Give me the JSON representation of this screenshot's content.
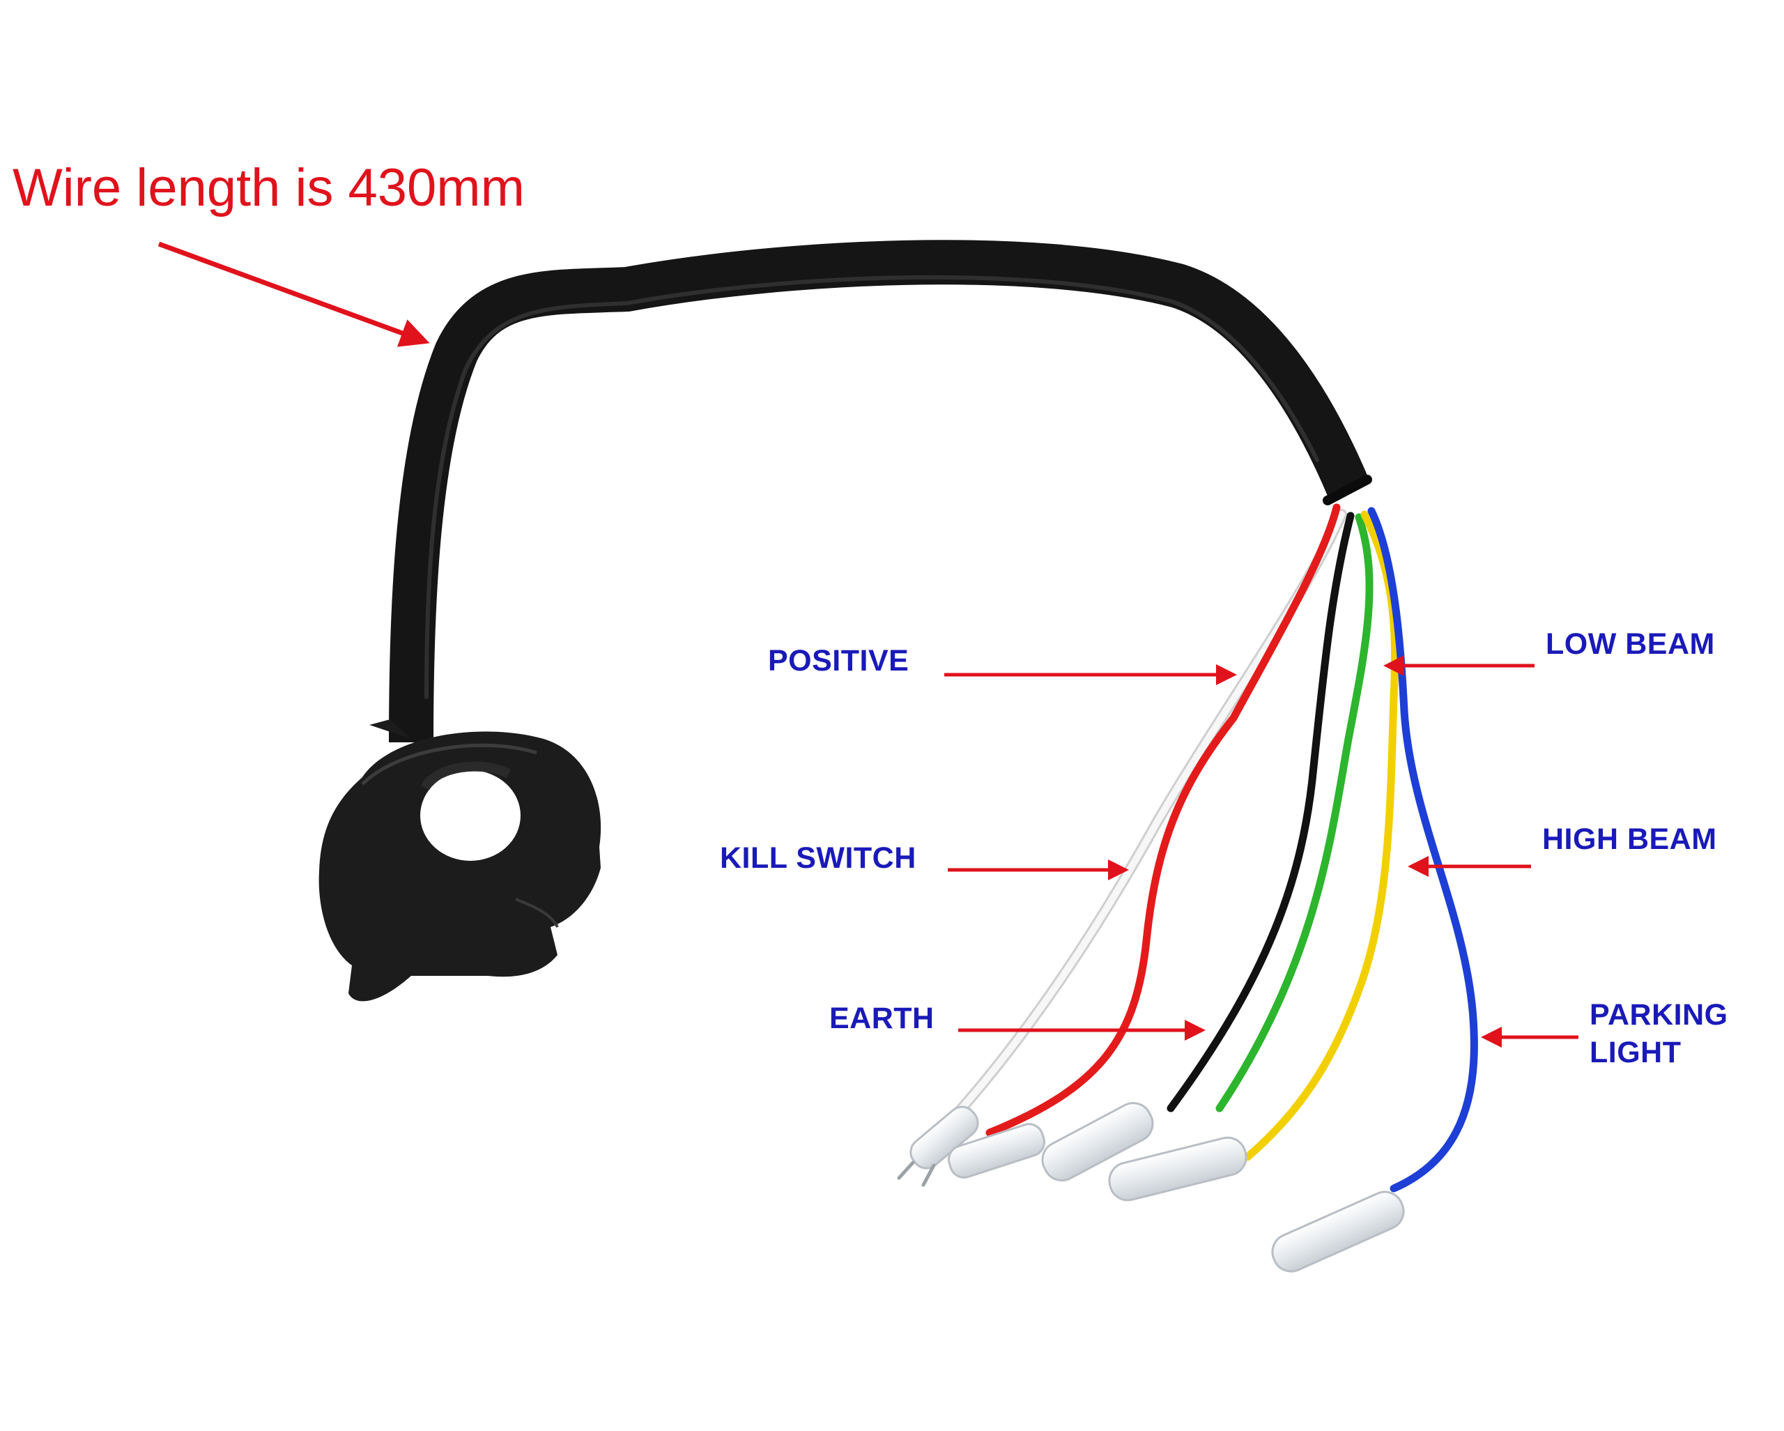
{
  "title": "Wire length is 430mm",
  "colors": {
    "title": "#e0121c",
    "arrow": "#e0121c",
    "label": "#1a1ab8",
    "cable": "#151515",
    "switch_body": "#1c1c1c",
    "wire_red": "#e41b1b",
    "wire_white": "#f5f5f5",
    "wire_black": "#111111",
    "wire_green": "#2db52d",
    "wire_yellow": "#f2d000",
    "wire_blue": "#1d3fd6",
    "connector": "#eef1f3"
  },
  "icons": {
    "switch": "handlebar-switch-icon",
    "arrow": "arrow-icon",
    "connector": "bullet-connector-icon"
  },
  "labels": {
    "positive": "POSITIVE",
    "kill_switch": "KILL SWITCH",
    "earth": "EARTH",
    "low_beam": "LOW BEAM",
    "high_beam": "HIGH BEAM",
    "parking_line1": "PARKING",
    "parking_line2": "LIGHT"
  }
}
